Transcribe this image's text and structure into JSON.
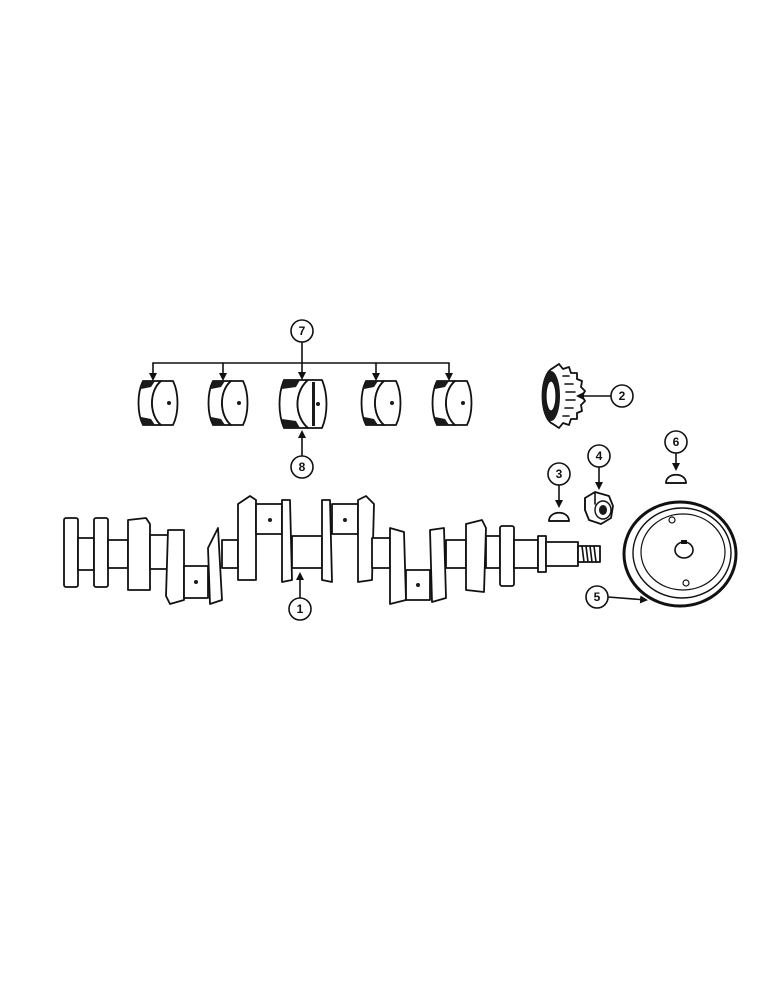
{
  "callouts": {
    "crankshaft": "1",
    "timing_gear": "2",
    "key_gear": "3",
    "nut": "4",
    "pulley": "5",
    "key_pulley": "6",
    "main_bearings": "7",
    "thrust_bearing": "8"
  },
  "colors": {
    "ink": "#111111",
    "paper": "#ffffff"
  }
}
